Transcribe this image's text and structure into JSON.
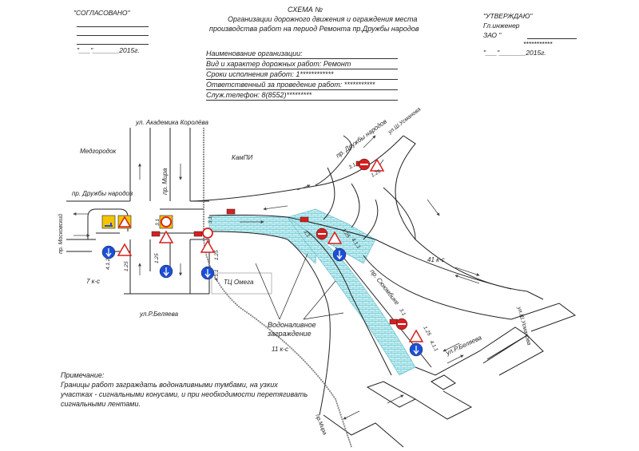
{
  "left_approval": {
    "title": "\"СОГЛАСОВАНО\"",
    "date_line": "\"___\"_______2015г."
  },
  "right_approval": {
    "title": "\"УТВЕРЖДАЮ\"",
    "position": "Гл.инженер",
    "org": "ЗАО \"",
    "name_line": "***********",
    "date_line": "\"___\"_______2015г."
  },
  "scheme_title": {
    "line1": "СХЕМА №",
    "line2": "Организации дорожного движения и ограждения места",
    "line3": "производства работ на период Ремонта пр.Дружбы народов"
  },
  "form_fields": [
    "Наименование организации:",
    "Вид и характер дорожных работ: Ремонт",
    "Сроки исполнения работ: 1************",
    "Ответственный за проведение работ: ***********",
    "Служ.телефон: 8(8552)*********"
  ],
  "map_labels": {
    "street_korolev": "ул. Академика Королёва",
    "street_druzhby_top": "пр. Дружбы народов",
    "street_chulman_top": "ул.Ш.Усманова",
    "street_mira": "пр. Мира",
    "district_medgorodok": "Медгородок",
    "place_kampi": "КамПИ",
    "street_druzhby_left": "пр. Дружбы народов",
    "street_moskovsky": "пр. Московский",
    "block_7": "7 к-с",
    "place_omega": "ТЦ Омега",
    "street_belyaeva_left": "ул.Р.Беляева",
    "street_sjuyumbike": "пр. Сююмбике",
    "block_41": "41 к-с",
    "block_11": "11 к-с",
    "street_belyaeva_right": "ул.Р.Беляева",
    "street_chulman_right": "ул.Ш.Усманова",
    "street_mira_bottom": "пр.Мира"
  },
  "barrier_label": {
    "line1": "Водоналивное",
    "line2": "заграждение"
  },
  "sign_codes": {
    "s31_a": "3.1",
    "s125_a": "1.25",
    "s412": "4.1.2",
    "s125_b": "1.25",
    "s31_b": "3.1",
    "s125_c": "1.25",
    "s411_a": "4.1.1",
    "s31_c": "3.1",
    "s125_d": "1.25",
    "s411_b": "4.1.1",
    "s31_d": "3.1",
    "s125_e": "1.25",
    "s411_c": "4.1.1",
    "s31_e": "3.1",
    "s125_f": "1.25",
    "s411_d": "4.1.1"
  },
  "note": {
    "heading": "Примечание:",
    "line1": "Границы работ заграждать водоналивными тумбами, на узких",
    "line2": "участках - сигнальными конусами, и при необходимости перетягивать",
    "line3": "сигнальными лентами."
  },
  "colors": {
    "road_line": "#222222",
    "work_zone": "#bfeef2",
    "sign_red": "#d81e1e",
    "sign_blue": "#1b4fd8",
    "sign_yellow": "#f4c400",
    "rail": "#777777"
  }
}
